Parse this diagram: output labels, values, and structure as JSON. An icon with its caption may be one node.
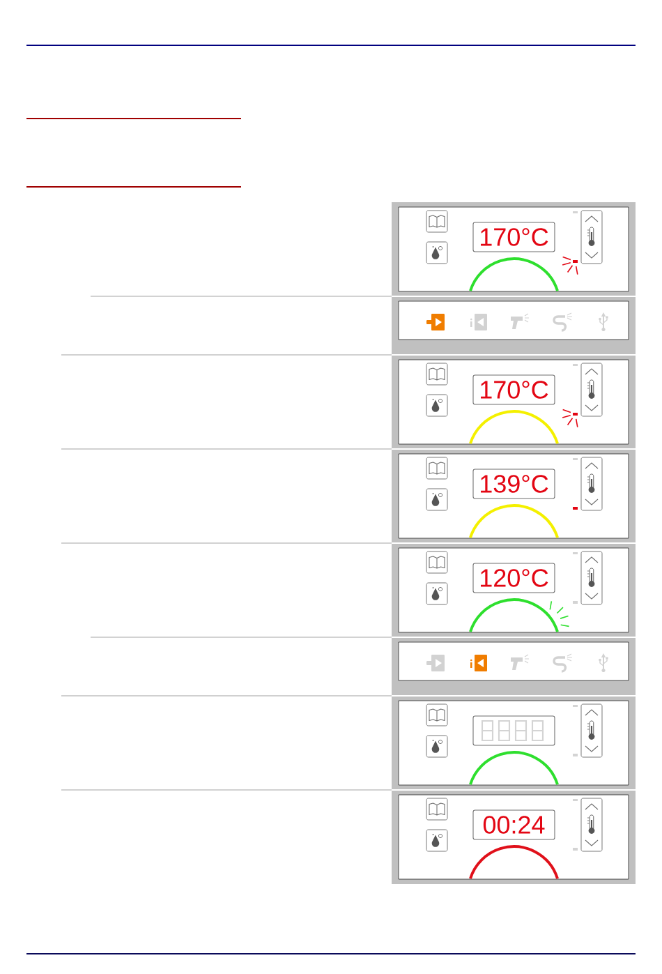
{
  "diagram": {
    "labels": [
      "170°C",
      "170°C",
      "139°C",
      "120°C",
      "00:24"
    ]
  }
}
